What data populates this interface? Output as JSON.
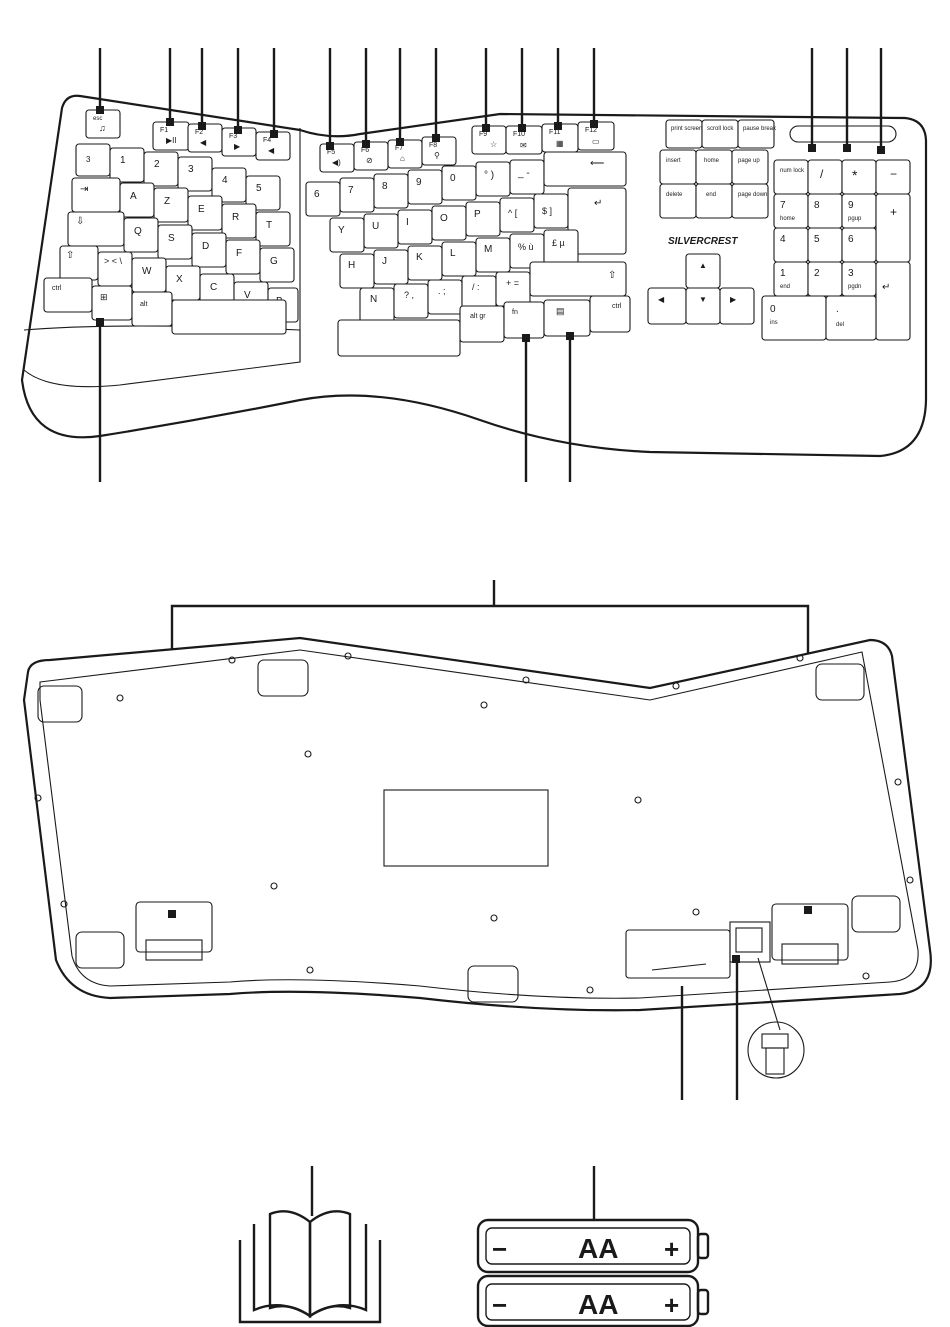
{
  "brand": "SILVERCREST",
  "keys": {
    "esc": "esc",
    "f1": "F1",
    "f2": "F2",
    "f3": "F3",
    "f4": "F4",
    "f5": "F5",
    "f6": "F6",
    "f7": "F7",
    "f8": "F8",
    "f9": "F9",
    "f10": "F10",
    "f11": "F11",
    "f12": "F12",
    "print": "print screen",
    "scroll": "scroll lock",
    "pause": "pause break",
    "insert": "insert",
    "home": "home",
    "pageup": "page up",
    "delete": "delete",
    "end": "end",
    "pagedown": "page down",
    "numlock": "num lock",
    "ctrl": "ctrl",
    "alt": "alt",
    "altgr": "alt gr",
    "fn": "fn",
    "row1": [
      "3",
      "1",
      "2",
      "3",
      "4",
      "5",
      "6",
      "7",
      "8",
      "9",
      "0"
    ],
    "letters_top": [
      "A",
      "Z",
      "E",
      "R",
      "T",
      "Y",
      "U",
      "I",
      "O",
      "P"
    ],
    "letters_mid": [
      "Q",
      "S",
      "D",
      "F",
      "G",
      "H",
      "J",
      "K",
      "L",
      "M"
    ],
    "letters_bot": [
      "W",
      "X",
      "C",
      "V",
      "B",
      "N"
    ],
    "numpad": [
      "7",
      "8",
      "9",
      "4",
      "5",
      "6",
      "1",
      "2",
      "3",
      "0"
    ],
    "numpad_sub": [
      "home",
      "pgup",
      "end",
      "pgdn",
      "ins",
      "del"
    ],
    "numpad_ops": [
      "/",
      "*",
      "−",
      "+"
    ]
  },
  "battery": {
    "label": "AA",
    "minus": "−",
    "plus": "+"
  },
  "callouts": {
    "top_count": 16,
    "bottom_count": 3
  }
}
